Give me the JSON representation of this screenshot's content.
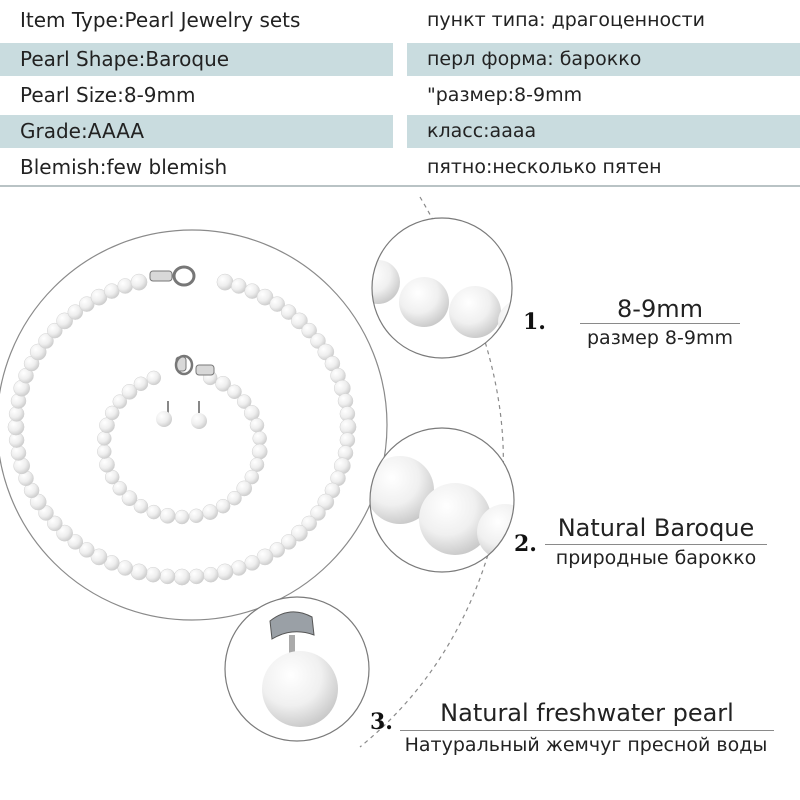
{
  "specs": {
    "rows": [
      {
        "en": "Item Type:Pearl Jewelry sets",
        "ru": "пункт типа: драгоценности"
      },
      {
        "en": "Pearl Shape:Baroque",
        "ru": "перл форма: барокко"
      },
      {
        "en": "Pearl Size:8-9mm",
        "ru": "\"размер:8-9mm"
      },
      {
        "en": "Grade:AAAA",
        "ru": "класс:аааа"
      },
      {
        "en": "Blemish:few blemish",
        "ru": "пятно:несколько пятен"
      }
    ]
  },
  "features": [
    {
      "number": "1.",
      "en": "8-9mm",
      "ru": "размер 8-9mm"
    },
    {
      "number": "2.",
      "en": "Natural Baroque",
      "ru": "природные барокко"
    },
    {
      "number": "3.",
      "en": "Natural freshwater pearl",
      "ru": "Натуральный жемчуг пресной воды"
    }
  ],
  "colors": {
    "row_shade": "#c9dcdf",
    "pearl": "#f6f6f6",
    "circle_stroke": "#7a7a7a"
  }
}
